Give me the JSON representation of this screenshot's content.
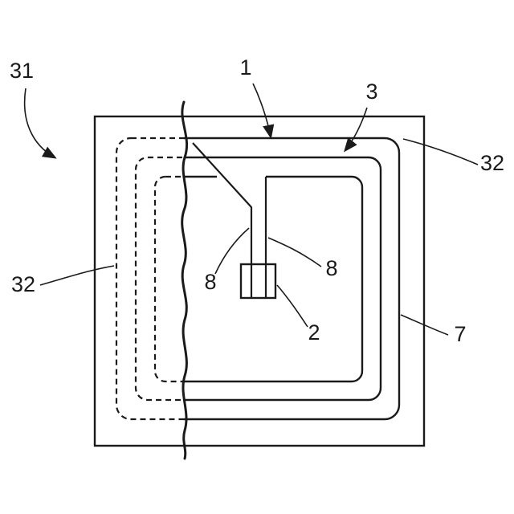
{
  "figure": {
    "title": "patent-style coil antenna diagram",
    "colors": {
      "line": "#1a1a1a",
      "background": "#ffffff"
    },
    "labels": {
      "l31": "31",
      "l1": "1",
      "l3": "3",
      "l32_right": "32",
      "l32_left": "32",
      "l8_left": "8",
      "l8_right": "8",
      "l2": "2",
      "l7": "7"
    }
  }
}
